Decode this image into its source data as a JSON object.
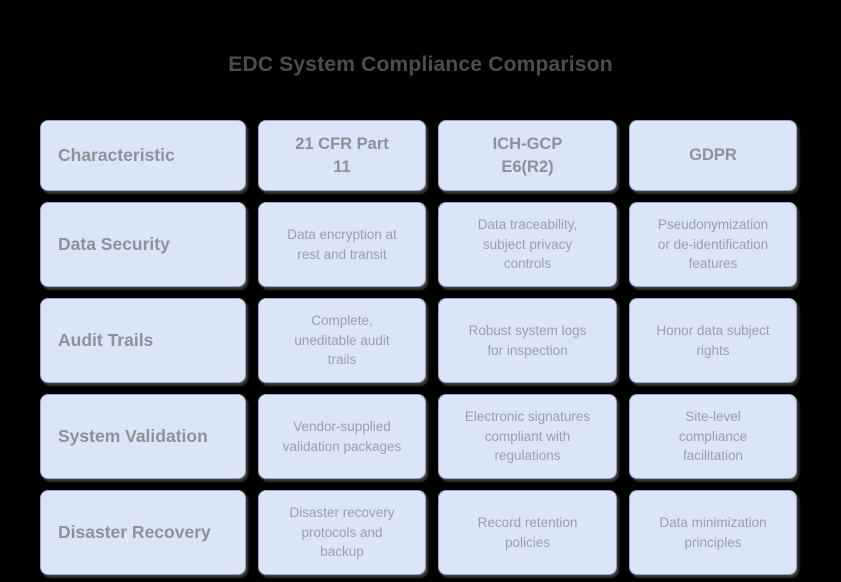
{
  "title": "EDC System Compliance Comparison",
  "colors": {
    "background": "#000000",
    "card_fill": "#dbe5f8",
    "card_border": "#96a5c1",
    "card_shadow_gray": "#737373",
    "title_text": "#4a4d52",
    "label_text": "#8d9198",
    "cell_text": "#9aa0ab"
  },
  "table": {
    "header": [
      "Characteristic",
      "21 CFR Part\n11",
      "ICH-GCP\nE6(R2)",
      "GDPR"
    ],
    "rows": [
      {
        "label": "Data Security",
        "cells": [
          "Data encryption at\nrest and transit",
          "Data traceability,\nsubject privacy\ncontrols",
          "Pseudonymization\nor de-identification\nfeatures"
        ]
      },
      {
        "label": "Audit Trails",
        "cells": [
          "Complete,\nuneditable audit\ntrails",
          "Robust system logs\nfor inspection",
          "Honor data subject\nrights"
        ]
      },
      {
        "label": "System Validation",
        "cells": [
          "Vendor-supplied\nvalidation packages",
          "Electronic signatures\ncompliant with\nregulations",
          "Site-level\ncompliance\nfacilitation"
        ]
      },
      {
        "label": "Disaster Recovery",
        "cells": [
          "Disaster recovery\nprotocols and\nbackup",
          "Record retention\npolicies",
          "Data minimization\nprinciples"
        ]
      }
    ]
  }
}
